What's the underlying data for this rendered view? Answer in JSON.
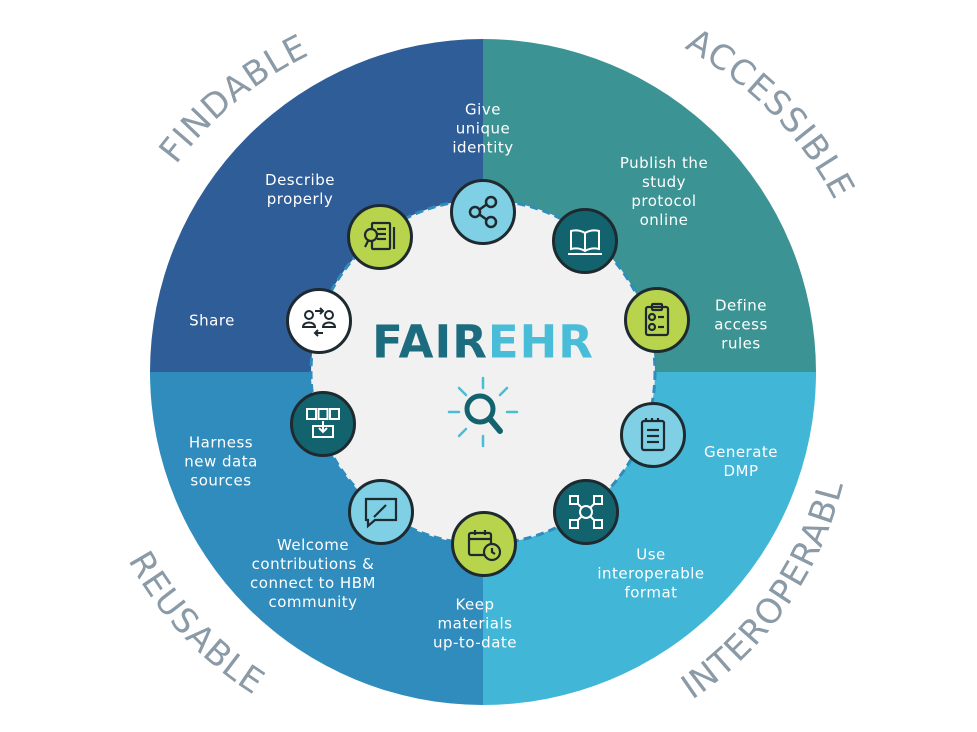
{
  "title": {
    "part1": "FAIR",
    "part2": "EHR"
  },
  "quadrants": {
    "findable": "FINDABLE",
    "accessible": "ACCESSIBLE",
    "interoperable": "INTEROPERABLE",
    "reusable": "REUSABLE"
  },
  "steps": {
    "give_identity": "Give\nunique\nidentity",
    "publish_protocol": "Publish the\nstudy\nprotocol\nonline",
    "define_access": "Define\naccess\nrules",
    "generate_dmp": "Generate\nDMP",
    "use_interoperable": "Use\ninteroperable\nformat",
    "keep_materials": "Keep\nmaterials\nup-to-date",
    "welcome_contributions": "Welcome\ncontributions &\nconnect to HBM\ncommunity",
    "harness_sources": "Harness\nnew data\nsources",
    "share": "Share",
    "describe_properly": "Describe\nproperly"
  },
  "icons": {
    "give_identity": "share-network-icon",
    "publish_protocol": "open-book-laptop-icon",
    "define_access": "checklist-clipboard-icon",
    "generate_dmp": "notepad-list-icon",
    "use_interoperable": "network-gear-icon",
    "keep_materials": "calendar-clock-icon",
    "welcome_contributions": "chat-pencil-icon",
    "harness_sources": "data-sources-icon",
    "share": "people-exchange-icon",
    "describe_properly": "document-magnifier-icon",
    "center": "search-icon"
  },
  "colors": {
    "findable": "#2f5d98",
    "accessible": "#3c9393",
    "interoperable": "#41b6d6",
    "reusable": "#2f8cbd",
    "title_dark": "#1c6b7e",
    "title_light": "#49bcd8",
    "lime": "#b7d44c",
    "teal_dark": "#13636f",
    "light_blue": "#7fd0e4",
    "white": "#ffffff",
    "arc_text": "#8a9aa6"
  }
}
